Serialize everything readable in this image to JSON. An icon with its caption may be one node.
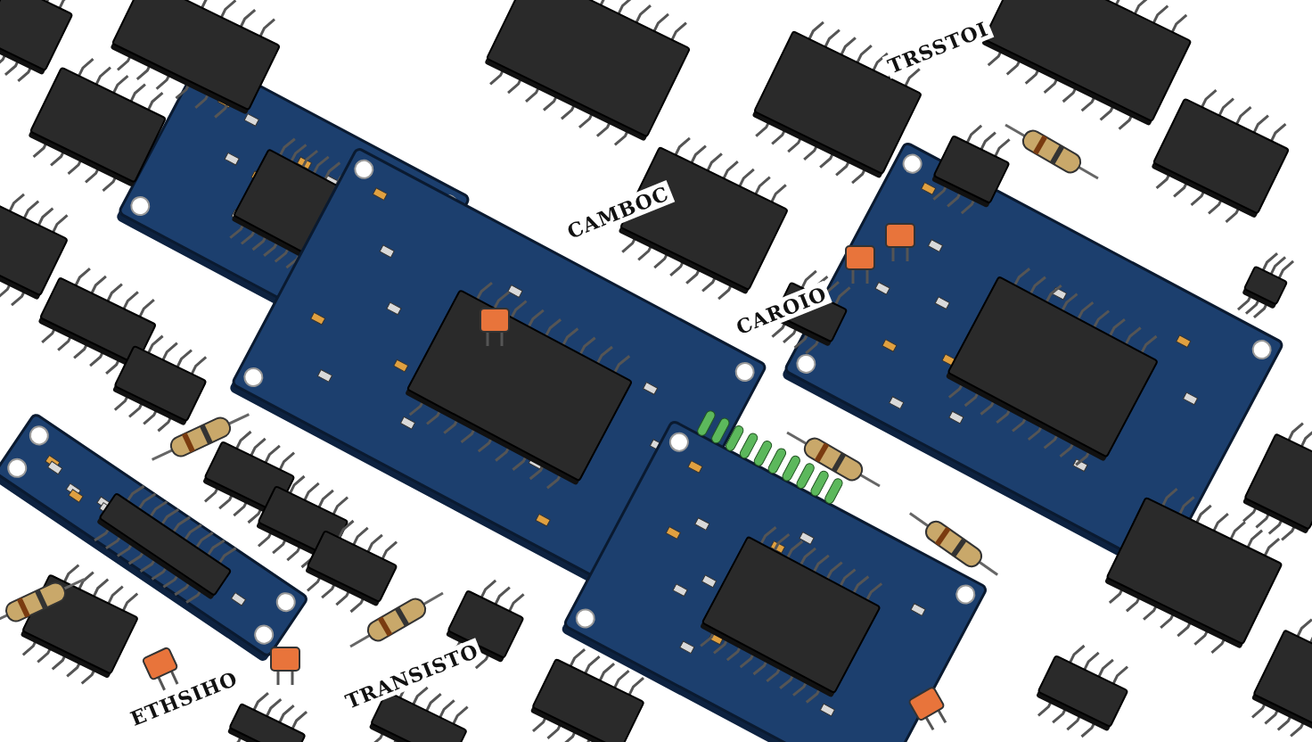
{
  "diagram": {
    "labels": [
      "TRSSTOI",
      "CAMBOC",
      "CAROIO",
      "TRANSISTO",
      "ETHSIHO"
    ]
  }
}
